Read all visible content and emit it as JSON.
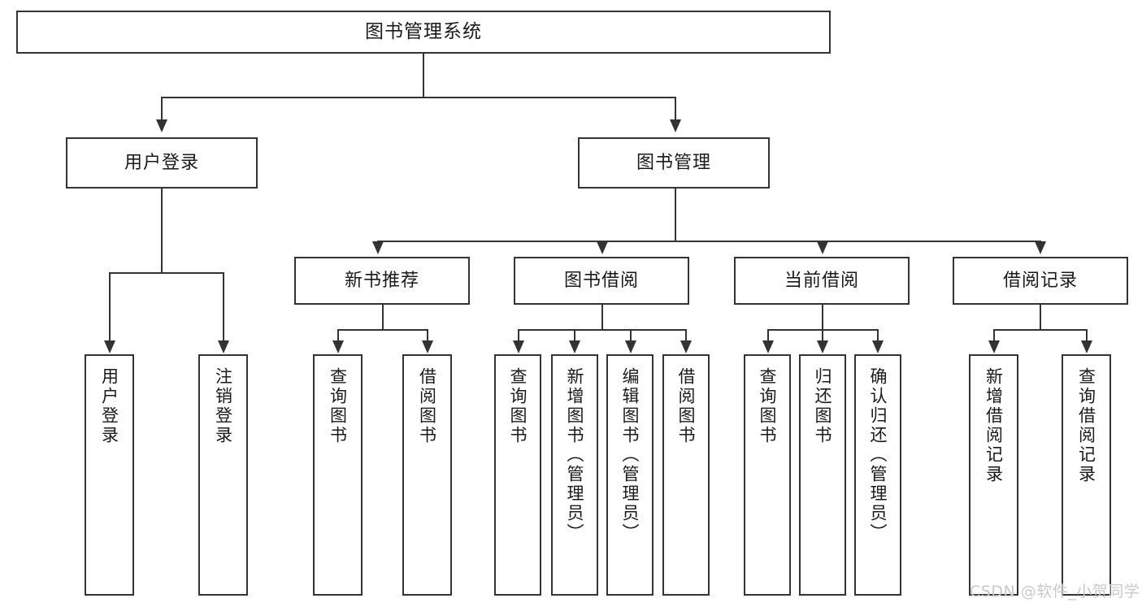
{
  "diagram": {
    "type": "tree-hierarchy",
    "title": "图书管理系统",
    "root": {
      "id": "root",
      "label": "图书管理系统"
    },
    "level2": [
      {
        "id": "user-login",
        "label": "用户登录"
      },
      {
        "id": "book-manage",
        "label": "图书管理"
      }
    ],
    "level3": [
      {
        "id": "new-book-recommend",
        "label": "新书推荐",
        "parent": "book-manage"
      },
      {
        "id": "book-borrow",
        "label": "图书借阅",
        "parent": "book-manage"
      },
      {
        "id": "current-borrow",
        "label": "当前借阅",
        "parent": "book-manage"
      },
      {
        "id": "borrow-record",
        "label": "借阅记录",
        "parent": "book-manage"
      }
    ],
    "leaves": {
      "user_login": [
        {
          "id": "leaf-user-login",
          "label": "用户登录"
        },
        {
          "id": "leaf-user-logout",
          "label": "注销登录"
        }
      ],
      "new_book_recommend": [
        {
          "id": "leaf-query-book-1",
          "label": "查询图书"
        },
        {
          "id": "leaf-borrow-book-1",
          "label": "借阅图书"
        }
      ],
      "book_borrow": [
        {
          "id": "leaf-query-book-2",
          "label": "查询图书"
        },
        {
          "id": "leaf-add-book",
          "label": "新增图书（管理员）"
        },
        {
          "id": "leaf-edit-book",
          "label": "编辑图书（管理员）"
        },
        {
          "id": "leaf-borrow-book-2",
          "label": "借阅图书"
        }
      ],
      "current_borrow": [
        {
          "id": "leaf-query-book-3",
          "label": "查询图书"
        },
        {
          "id": "leaf-return-book",
          "label": "归还图书"
        },
        {
          "id": "leaf-confirm-return",
          "label": "确认归还（管理员）"
        }
      ],
      "borrow_record": [
        {
          "id": "leaf-add-record",
          "label": "新增借阅记录"
        },
        {
          "id": "leaf-query-record",
          "label": "查询借阅记录"
        }
      ]
    }
  },
  "watermark": {
    "text": "CSDN @软件_小贺同学"
  },
  "colors": {
    "stroke": "#333333",
    "box_fill": "#ffffff",
    "text": "#1a1a1a",
    "watermark": "#c9c9c9",
    "background": "#ffffff"
  }
}
